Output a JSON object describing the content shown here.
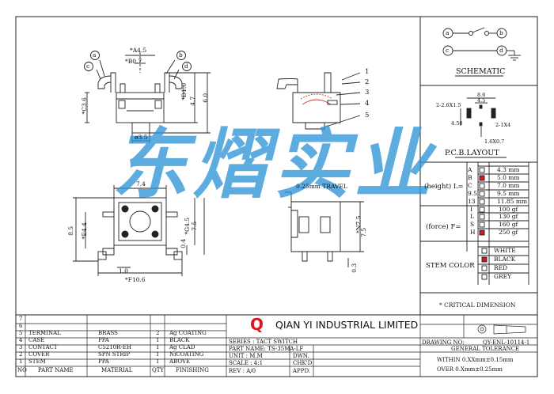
{
  "watermark": "东熠实业",
  "dims": {
    "a45": "*A4.5",
    "b07": "*B0.7",
    "c36": "*C3.6",
    "d10": "*D1.0",
    "d47": "4.7",
    "d60": "6.0",
    "dia35": "ø3.5",
    "top74": "7.4",
    "travel": "0.25mm TRAVEL",
    "h85": "8.5",
    "e44": "*E4.4",
    "g45": "*G4.5",
    "h75": "7.5",
    "k04": "0.4",
    "v10": "1.0",
    "f106": "*F10.6",
    "n75": "*N7.5",
    "n75b": "7.5",
    "v03": "0.3"
  },
  "callouts": {
    "a": "a",
    "b": "b",
    "c": "c",
    "d": "d",
    "n1": "1",
    "n2": "2",
    "n3": "3",
    "n4": "4",
    "n5": "5"
  },
  "schematic": {
    "a": "a",
    "b": "b",
    "c": "c",
    "d": "d",
    "title": "SCHEMATIC"
  },
  "pcb": {
    "title": "P.C.B.LAYOUT",
    "d86": "8.6",
    "d45": "4.5",
    "d2x15": "2-2.6X1.5",
    "d450": "4.50",
    "d21x4": "2-1X4",
    "d16x07": "1.6X0.7"
  },
  "height": {
    "label": "(height)  L=",
    "rows": [
      {
        "code": "A",
        "val": "4.3 mm"
      },
      {
        "code": "B",
        "val": "5.0 mm"
      },
      {
        "code": "C",
        "val": "7.0 mm"
      },
      {
        "code": "9.5",
        "val": "9.5 mm"
      },
      {
        "code": "13",
        "val": "11.85 mm"
      }
    ]
  },
  "force": {
    "label": "(force) F=",
    "rows": [
      {
        "code": "I",
        "val": "100 gf"
      },
      {
        "code": "L",
        "val": "130 gf"
      },
      {
        "code": "S",
        "val": "160 gf"
      },
      {
        "code": "H",
        "val": "250 gf"
      }
    ]
  },
  "stem": {
    "label": "STEM COLOR",
    "rows": [
      "WHITE",
      "BLACK",
      "RED",
      "GREY"
    ]
  },
  "critical": "* CRITICAL  DIMENSION",
  "bom": {
    "rows": [
      {
        "no": "7",
        "part": "",
        "mat": "",
        "qty": "",
        "fin": ""
      },
      {
        "no": "6",
        "part": "",
        "mat": "",
        "qty": "",
        "fin": ""
      },
      {
        "no": "5",
        "part": "TERMINAL",
        "mat": "BRASS",
        "qty": "2",
        "fin": "Ag COATING"
      },
      {
        "no": "4",
        "part": "CASE",
        "mat": "PPA",
        "qty": "1",
        "fin": "BLACK"
      },
      {
        "no": "3",
        "part": "CONTACT",
        "mat": "C5210R-EH",
        "qty": "1",
        "fin": "Ag CLAD"
      },
      {
        "no": "2",
        "part": "COVER",
        "mat": "SPN STRIP",
        "qty": "1",
        "fin": "NiCOATING"
      },
      {
        "no": "1",
        "part": "STEM",
        "mat": "PPA",
        "qty": "1",
        "fin": "ABOVE"
      }
    ],
    "header": {
      "no": "NO",
      "part": "PART NAME",
      "mat": "MATERIAL",
      "qty": "QTY",
      "fin": "FINISHING"
    }
  },
  "company": {
    "logo": "Q",
    "name": "QIAN  YI  INDUSTRIAL  LIMITED"
  },
  "title_block": {
    "drawing_no_label": "DRAWING NO:",
    "drawing_no": "QY-ENL-10114-1",
    "series": "SERIES : TACT SWITCH",
    "part_name": "PART NAME: TS-35MA-LF",
    "unit": "UNIT : M.M",
    "dwn": "DWN.",
    "scale": "SCALE : 4:1",
    "chkd": "CHK'D",
    "rev": "REV  : A/0",
    "appd": "APPD.",
    "tol_title": "GENERAL TOLERANCE",
    "tol1": "WITHIN 0.XXmm±0.15mm",
    "tol2": "OVER   0.Xmm±0.25mm"
  },
  "colors": {
    "accent": "#2f95d6",
    "red": "#d8181c",
    "line": "#222222",
    "hatch": "#1f7fb0"
  }
}
